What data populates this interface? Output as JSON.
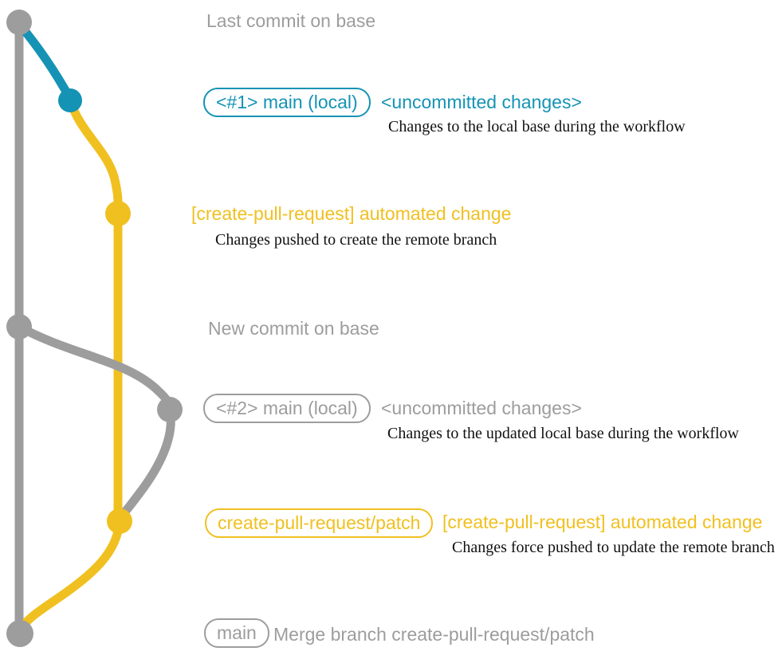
{
  "colors": {
    "gray": "#9d9d9d",
    "teal": "#1593b5",
    "yellow": "#f0c020",
    "ink": "#111111"
  },
  "annotations": {
    "last_commit": "Last commit on base",
    "new_commit": "New commit on base",
    "merge_message": "Merge branch create-pull-request/patch"
  },
  "commits": {
    "main_local_1": {
      "branch_label": "<#1> main (local)",
      "title": "<uncommitted changes>",
      "description": "Changes to the local base during the workflow"
    },
    "automated_change_1": {
      "title": "[create-pull-request] automated change",
      "description": "Changes pushed to create the remote branch"
    },
    "main_local_2": {
      "branch_label": "<#2> main (local)",
      "title": "<uncommitted changes>",
      "description": "Changes to the updated local base during the workflow"
    },
    "automated_change_2": {
      "branch_label": "create-pull-request/patch",
      "title": "[create-pull-request] automated change",
      "description": "Changes force pushed to update the remote branch"
    },
    "merge": {
      "branch_label": "main"
    }
  }
}
